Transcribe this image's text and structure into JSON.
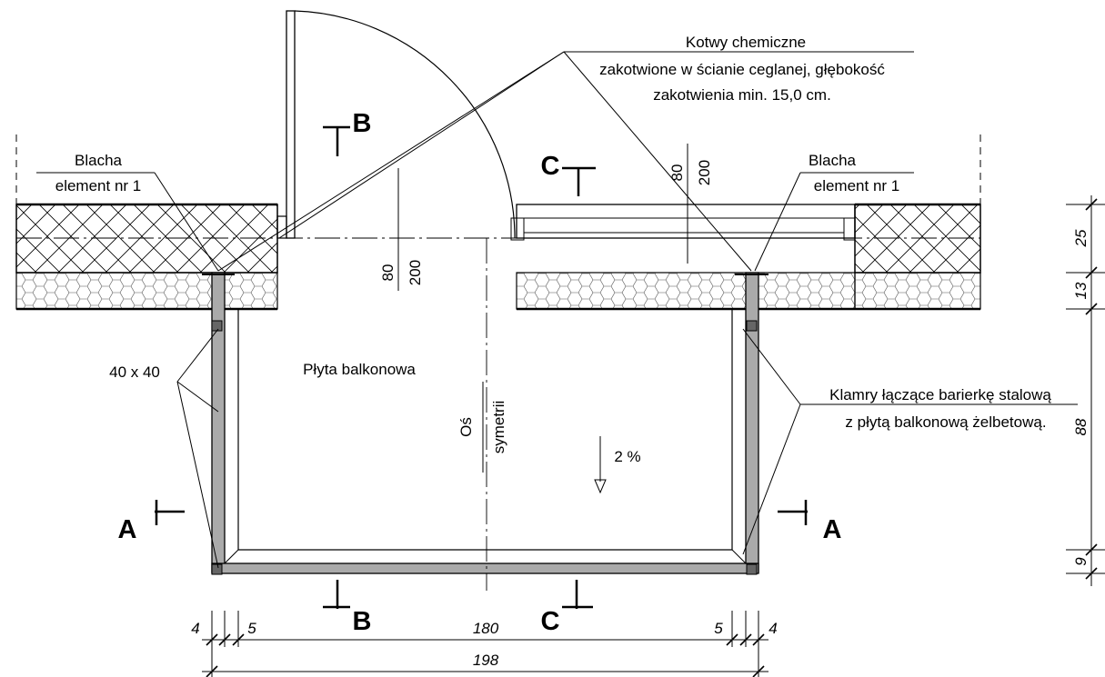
{
  "notes": {
    "anchors_line1": "Kotwy chemiczne",
    "anchors_line2": "zakotwione w ścianie ceglanej, głębokość",
    "anchors_line3": "zakotwienia min. 15,0 cm.",
    "sheet_left_line1": "Blacha",
    "sheet_left_line2": "element nr 1",
    "sheet_right_line1": "Blacha",
    "sheet_right_line2": "element nr 1",
    "profile": "40 x 40",
    "slab": "Płyta balkonowa",
    "clamps_line1": "Klamry łączące barierkę stalową",
    "clamps_line2": "z płytą balkonową żelbetową.",
    "axis_line1": "Oś",
    "axis_line2": "symetrii",
    "slope": "2 %"
  },
  "door": {
    "height_top": "80",
    "height_bottom": "200"
  },
  "window": {
    "height_top": "80",
    "height_bottom": "200"
  },
  "sections": {
    "A_left": "A",
    "A_right": "A",
    "B_top": "B",
    "B_bottom": "B",
    "C_top": "C",
    "C_bottom": "C"
  },
  "dimensions": {
    "bottom_chain": [
      "4",
      "5",
      "180",
      "5",
      "4"
    ],
    "bottom_total": "198",
    "right_chain": [
      "25",
      "13",
      "88",
      "9"
    ]
  }
}
